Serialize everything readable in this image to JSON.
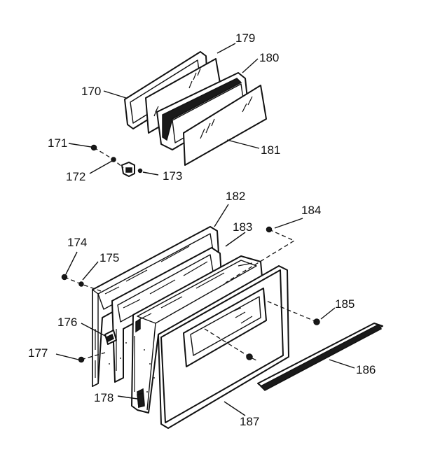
{
  "diagram": {
    "labels": {
      "p170": "170",
      "p171": "171",
      "p172": "172",
      "p173": "173",
      "p174": "174",
      "p175": "175",
      "p176": "176",
      "p177": "177",
      "p178": "178",
      "p179": "179",
      "p180": "180",
      "p181": "181",
      "p182": "182",
      "p183": "183",
      "p184": "184",
      "p185": "185",
      "p186": "186",
      "p187": "187"
    }
  }
}
